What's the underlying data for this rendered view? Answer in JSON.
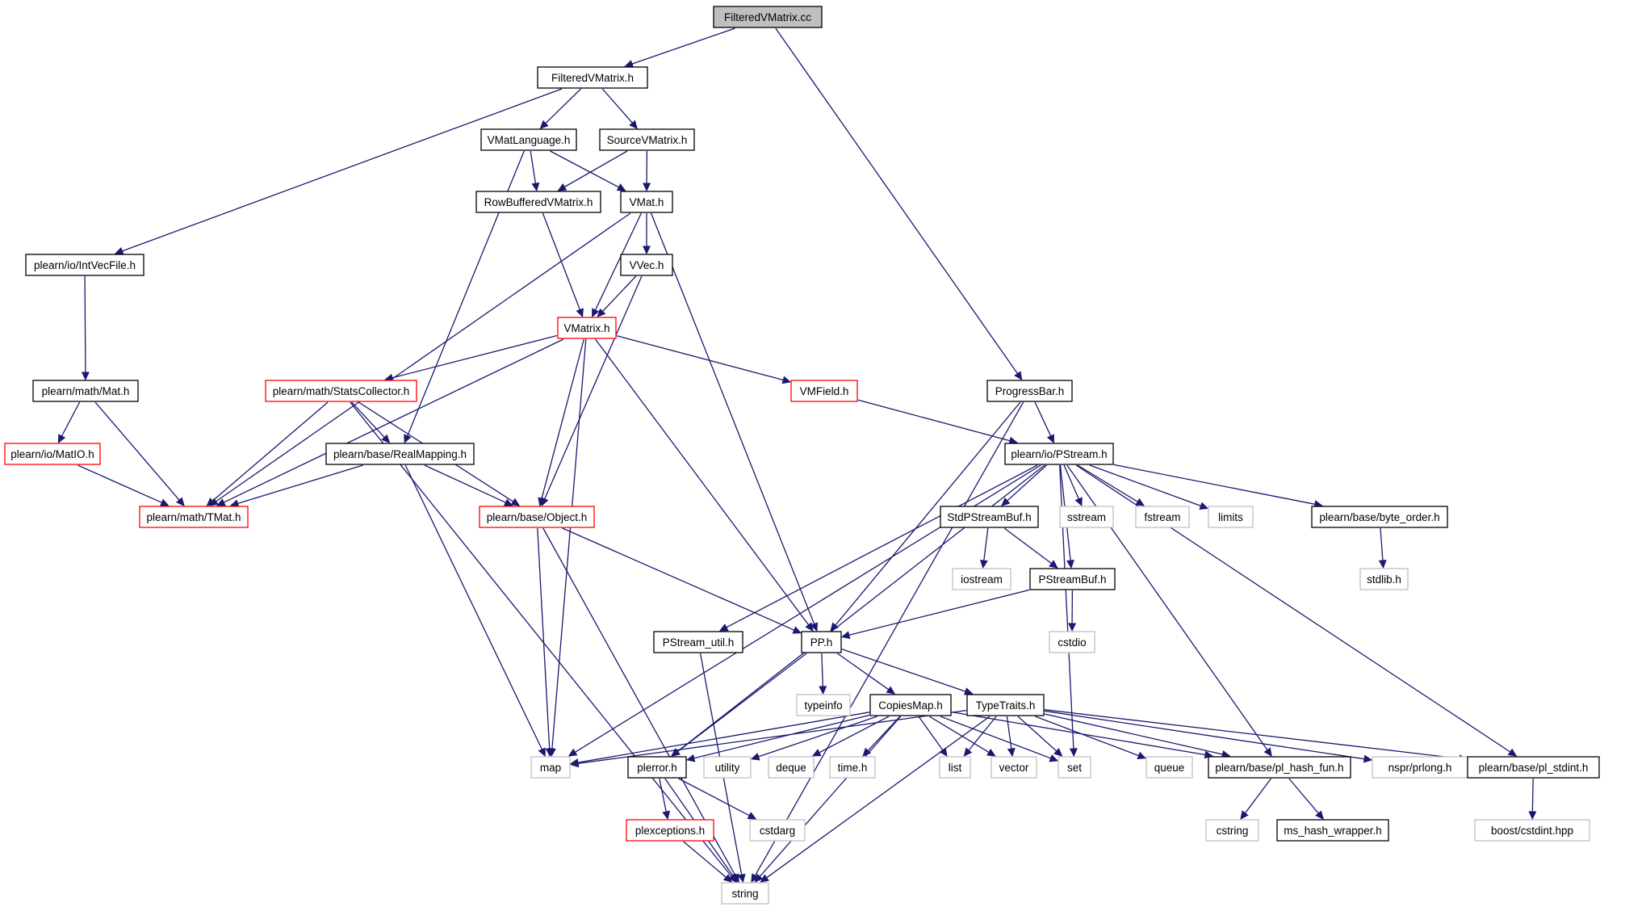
{
  "nodes": [
    {
      "id": "FilteredVMatrix_cc",
      "label": "FilteredVMatrix.cc",
      "kind": "root"
    },
    {
      "id": "FilteredVMatrix_h",
      "label": "FilteredVMatrix.h",
      "kind": "normal"
    },
    {
      "id": "VMatLanguage_h",
      "label": "VMatLanguage.h",
      "kind": "normal"
    },
    {
      "id": "SourceVMatrix_h",
      "label": "SourceVMatrix.h",
      "kind": "normal"
    },
    {
      "id": "RowBufferedVMatrix_h",
      "label": "RowBufferedVMatrix.h",
      "kind": "normal"
    },
    {
      "id": "VMat_h",
      "label": "VMat.h",
      "kind": "normal"
    },
    {
      "id": "IntVecFile_h",
      "label": "plearn/io/IntVecFile.h",
      "kind": "normal"
    },
    {
      "id": "VVec_h",
      "label": "VVec.h",
      "kind": "normal"
    },
    {
      "id": "VMatrix_h",
      "label": "VMatrix.h",
      "kind": "incomplete"
    },
    {
      "id": "Mat_h",
      "label": "plearn/math/Mat.h",
      "kind": "normal"
    },
    {
      "id": "StatsCollector_h",
      "label": "plearn/math/StatsCollector.h",
      "kind": "incomplete"
    },
    {
      "id": "VMField_h",
      "label": "VMField.h",
      "kind": "incomplete"
    },
    {
      "id": "ProgressBar_h",
      "label": "ProgressBar.h",
      "kind": "normal"
    },
    {
      "id": "MatIO_h",
      "label": "plearn/io/MatIO.h",
      "kind": "incomplete"
    },
    {
      "id": "RealMapping_h",
      "label": "plearn/base/RealMapping.h",
      "kind": "normal"
    },
    {
      "id": "PStream_h",
      "label": "plearn/io/PStream.h",
      "kind": "normal"
    },
    {
      "id": "TMat_h",
      "label": "plearn/math/TMat.h",
      "kind": "incomplete"
    },
    {
      "id": "Object_h",
      "label": "plearn/base/Object.h",
      "kind": "incomplete"
    },
    {
      "id": "StdPStreamBuf_h",
      "label": "StdPStreamBuf.h",
      "kind": "normal"
    },
    {
      "id": "sstream",
      "label": "sstream",
      "kind": "external"
    },
    {
      "id": "fstream",
      "label": "fstream",
      "kind": "external"
    },
    {
      "id": "limits",
      "label": "limits",
      "kind": "external"
    },
    {
      "id": "byte_order_h",
      "label": "plearn/base/byte_order.h",
      "kind": "normal"
    },
    {
      "id": "iostream",
      "label": "iostream",
      "kind": "external"
    },
    {
      "id": "PStreamBuf_h",
      "label": "PStreamBuf.h",
      "kind": "normal"
    },
    {
      "id": "stdlib_h",
      "label": "stdlib.h",
      "kind": "external"
    },
    {
      "id": "cstdio",
      "label": "cstdio",
      "kind": "external"
    },
    {
      "id": "PStream_util_h",
      "label": "PStream_util.h",
      "kind": "normal"
    },
    {
      "id": "PP_h",
      "label": "PP.h",
      "kind": "normal"
    },
    {
      "id": "typeinfo",
      "label": "typeinfo",
      "kind": "external"
    },
    {
      "id": "CopiesMap_h",
      "label": "CopiesMap.h",
      "kind": "normal"
    },
    {
      "id": "TypeTraits_h",
      "label": "TypeTraits.h",
      "kind": "normal"
    },
    {
      "id": "map",
      "label": "map",
      "kind": "external"
    },
    {
      "id": "plerror_h",
      "label": "plerror.h",
      "kind": "normal"
    },
    {
      "id": "utility",
      "label": "utility",
      "kind": "external"
    },
    {
      "id": "deque",
      "label": "deque",
      "kind": "external"
    },
    {
      "id": "time_h",
      "label": "time.h",
      "kind": "external"
    },
    {
      "id": "list",
      "label": "list",
      "kind": "external"
    },
    {
      "id": "vector",
      "label": "vector",
      "kind": "external"
    },
    {
      "id": "set",
      "label": "set",
      "kind": "external"
    },
    {
      "id": "queue",
      "label": "queue",
      "kind": "external"
    },
    {
      "id": "pl_hash_fun_h",
      "label": "plearn/base/pl_hash_fun.h",
      "kind": "normal"
    },
    {
      "id": "prlong_h",
      "label": "nspr/prlong.h",
      "kind": "external"
    },
    {
      "id": "pl_stdint_h",
      "label": "plearn/base/pl_stdint.h",
      "kind": "normal"
    },
    {
      "id": "plexceptions_h",
      "label": "plexceptions.h",
      "kind": "incomplete"
    },
    {
      "id": "cstdarg",
      "label": "cstdarg",
      "kind": "external"
    },
    {
      "id": "cstring",
      "label": "cstring",
      "kind": "external"
    },
    {
      "id": "ms_hash_wrapper_h",
      "label": "ms_hash_wrapper.h",
      "kind": "normal"
    },
    {
      "id": "cstdint_hpp",
      "label": "boost/cstdint.hpp",
      "kind": "external"
    },
    {
      "id": "string",
      "label": "string",
      "kind": "external"
    }
  ],
  "edges": [
    [
      "FilteredVMatrix_cc",
      "FilteredVMatrix_h"
    ],
    [
      "FilteredVMatrix_cc",
      "ProgressBar_h"
    ],
    [
      "FilteredVMatrix_h",
      "VMatLanguage_h"
    ],
    [
      "FilteredVMatrix_h",
      "SourceVMatrix_h"
    ],
    [
      "FilteredVMatrix_h",
      "IntVecFile_h"
    ],
    [
      "VMatLanguage_h",
      "RowBufferedVMatrix_h"
    ],
    [
      "VMatLanguage_h",
      "VMat_h"
    ],
    [
      "VMatLanguage_h",
      "RealMapping_h"
    ],
    [
      "SourceVMatrix_h",
      "RowBufferedVMatrix_h"
    ],
    [
      "SourceVMatrix_h",
      "VMat_h"
    ],
    [
      "RowBufferedVMatrix_h",
      "VMatrix_h"
    ],
    [
      "VMat_h",
      "VVec_h"
    ],
    [
      "VMat_h",
      "VMatrix_h"
    ],
    [
      "VMat_h",
      "TMat_h"
    ],
    [
      "VMat_h",
      "PP_h"
    ],
    [
      "IntVecFile_h",
      "Mat_h"
    ],
    [
      "VVec_h",
      "VMatrix_h"
    ],
    [
      "VVec_h",
      "Object_h"
    ],
    [
      "VMatrix_h",
      "StatsCollector_h"
    ],
    [
      "VMatrix_h",
      "VMField_h"
    ],
    [
      "VMatrix_h",
      "TMat_h"
    ],
    [
      "VMatrix_h",
      "Object_h"
    ],
    [
      "VMatrix_h",
      "map"
    ],
    [
      "VMatrix_h",
      "PP_h"
    ],
    [
      "Mat_h",
      "MatIO_h"
    ],
    [
      "Mat_h",
      "TMat_h"
    ],
    [
      "MatIO_h",
      "TMat_h"
    ],
    [
      "StatsCollector_h",
      "RealMapping_h"
    ],
    [
      "StatsCollector_h",
      "TMat_h"
    ],
    [
      "StatsCollector_h",
      "Object_h"
    ],
    [
      "StatsCollector_h",
      "string"
    ],
    [
      "VMField_h",
      "PStream_h"
    ],
    [
      "ProgressBar_h",
      "PStream_h"
    ],
    [
      "ProgressBar_h",
      "PP_h"
    ],
    [
      "ProgressBar_h",
      "string"
    ],
    [
      "RealMapping_h",
      "TMat_h"
    ],
    [
      "RealMapping_h",
      "Object_h"
    ],
    [
      "RealMapping_h",
      "map"
    ],
    [
      "Object_h",
      "map"
    ],
    [
      "Object_h",
      "PP_h"
    ],
    [
      "Object_h",
      "string"
    ],
    [
      "PStream_h",
      "StdPStreamBuf_h"
    ],
    [
      "PStream_h",
      "sstream"
    ],
    [
      "PStream_h",
      "fstream"
    ],
    [
      "PStream_h",
      "limits"
    ],
    [
      "PStream_h",
      "byte_order_h"
    ],
    [
      "PStream_h",
      "PStreamBuf_h"
    ],
    [
      "PStream_h",
      "PStream_util_h"
    ],
    [
      "PStream_h",
      "map"
    ],
    [
      "PStream_h",
      "plerror_h"
    ],
    [
      "PStream_h",
      "set"
    ],
    [
      "PStream_h",
      "pl_hash_fun_h"
    ],
    [
      "PStream_h",
      "pl_stdint_h"
    ],
    [
      "StdPStreamBuf_h",
      "iostream"
    ],
    [
      "StdPStreamBuf_h",
      "PStreamBuf_h"
    ],
    [
      "byte_order_h",
      "stdlib_h"
    ],
    [
      "PStreamBuf_h",
      "cstdio"
    ],
    [
      "PStreamBuf_h",
      "PP_h"
    ],
    [
      "PStream_util_h",
      "string"
    ],
    [
      "PP_h",
      "typeinfo"
    ],
    [
      "PP_h",
      "CopiesMap_h"
    ],
    [
      "PP_h",
      "TypeTraits_h"
    ],
    [
      "PP_h",
      "plerror_h"
    ],
    [
      "CopiesMap_h",
      "map"
    ],
    [
      "CopiesMap_h",
      "plerror_h"
    ],
    [
      "CopiesMap_h",
      "utility"
    ],
    [
      "CopiesMap_h",
      "deque"
    ],
    [
      "CopiesMap_h",
      "time_h"
    ],
    [
      "CopiesMap_h",
      "list"
    ],
    [
      "CopiesMap_h",
      "vector"
    ],
    [
      "CopiesMap_h",
      "set"
    ],
    [
      "CopiesMap_h",
      "pl_hash_fun_h"
    ],
    [
      "CopiesMap_h",
      "string"
    ],
    [
      "TypeTraits_h",
      "map"
    ],
    [
      "TypeTraits_h",
      "list"
    ],
    [
      "TypeTraits_h",
      "vector"
    ],
    [
      "TypeTraits_h",
      "set"
    ],
    [
      "TypeTraits_h",
      "queue"
    ],
    [
      "TypeTraits_h",
      "pl_hash_fun_h"
    ],
    [
      "TypeTraits_h",
      "prlong_h"
    ],
    [
      "TypeTraits_h",
      "pl_stdint_h"
    ],
    [
      "TypeTraits_h",
      "string"
    ],
    [
      "plerror_h",
      "plexceptions_h"
    ],
    [
      "plerror_h",
      "cstdarg"
    ],
    [
      "plerror_h",
      "string"
    ],
    [
      "plexceptions_h",
      "string"
    ],
    [
      "pl_hash_fun_h",
      "cstring"
    ],
    [
      "pl_hash_fun_h",
      "ms_hash_wrapper_h"
    ],
    [
      "pl_stdint_h",
      "cstdint_hpp"
    ]
  ]
}
